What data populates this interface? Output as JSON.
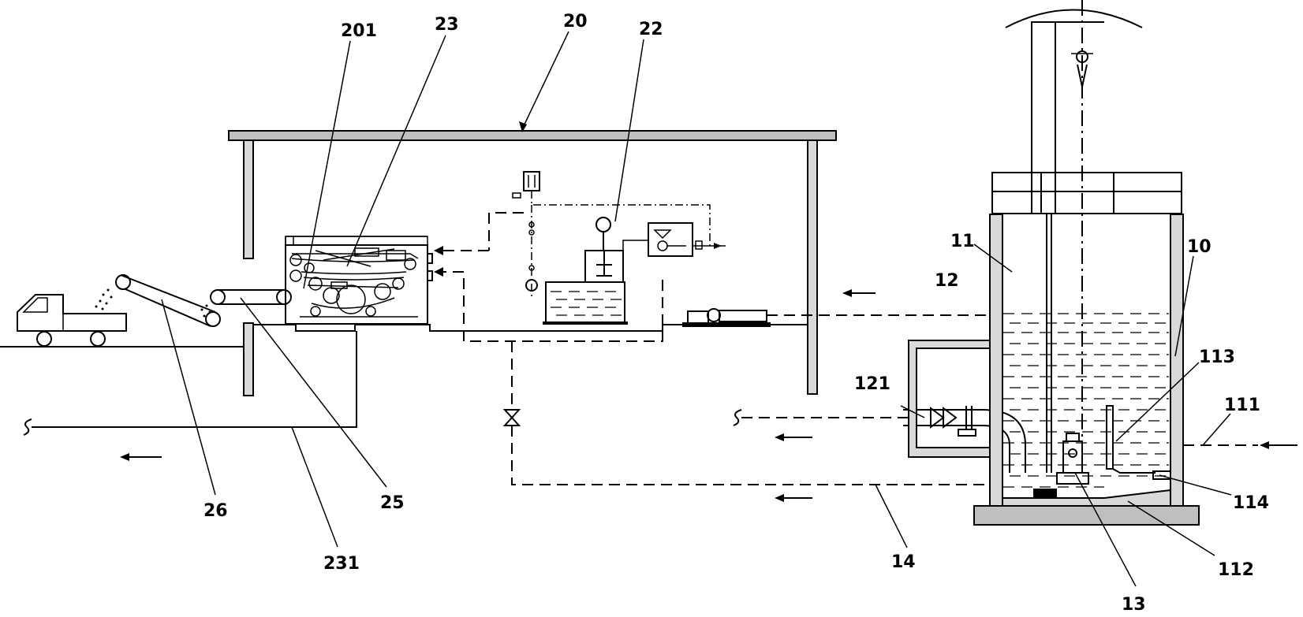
{
  "labels": {
    "l201": "201",
    "l23": "23",
    "l20": "20",
    "l22": "22",
    "l11": "11",
    "l10": "10",
    "l12": "12",
    "l121": "121",
    "l113": "113",
    "l111": "111",
    "l114": "114",
    "l112": "112",
    "l13": "13",
    "l14": "14",
    "l26": "26",
    "l25": "25",
    "l231": "231"
  }
}
